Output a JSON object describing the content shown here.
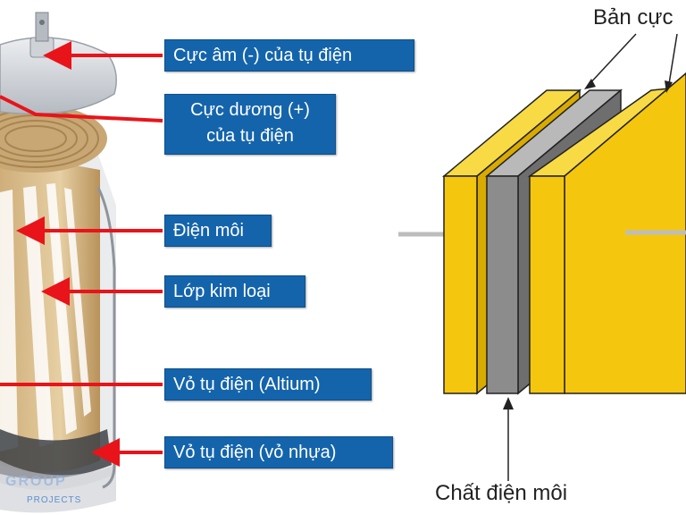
{
  "labels": {
    "negative": "Cực âm (-) của tụ điện",
    "positive_line1": "Cực dương (+)",
    "positive_line2": "của tụ điện",
    "dielectric": "Điện môi",
    "metal_layer": "Lớp kim loại",
    "shell_aluminum": "Vỏ tụ điện (Altium)",
    "shell_plastic": "Vỏ tụ điện (vỏ nhựa)"
  },
  "right_diagram": {
    "plate_label": "Bản cực",
    "dielectric_label": "Chất điện môi"
  },
  "watermark": {
    "logo_text": "GROUP",
    "sub_text": "PROJECTS"
  },
  "colors": {
    "label_bg": "#1464ac",
    "arrow": "#e8141a",
    "plate_yellow": "#f5c60e",
    "dielectric_gray": "#8c8c8c"
  }
}
